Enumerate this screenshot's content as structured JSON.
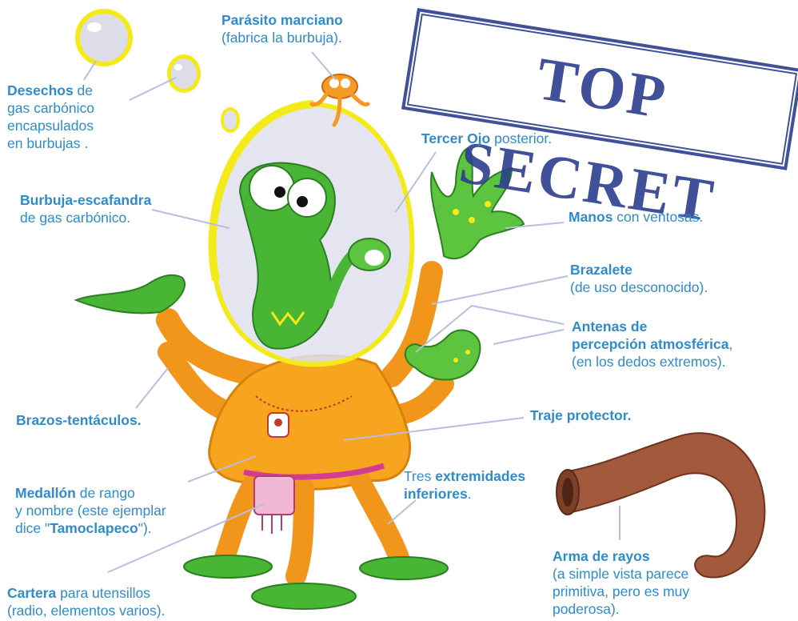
{
  "stamp": "TOP SECRET",
  "labels": {
    "parasito": {
      "bold": "Parásito marciano",
      "rest": "(fabrica la burbuja)."
    },
    "desechos": {
      "bold": "Desechos",
      "rest1": " de",
      "line2": "gas carbónico",
      "line3": "encapsulados",
      "line4": "en burbujas ."
    },
    "tercer_ojo": {
      "bold": "Tercer Ojo",
      "rest": " posterior."
    },
    "burbuja": {
      "bold": "Burbuja-escafandra",
      "rest": "de gas carbónico."
    },
    "manos": {
      "bold": "Manos",
      "rest": " con ventosas."
    },
    "brazalete": {
      "bold": "Brazalete",
      "rest": "(de uso desconocido)."
    },
    "antenas": {
      "bold1": "Antenas de",
      "bold2": "percepción atmosférica",
      "rest2": ",",
      "line3": "(en los dedos extremos)."
    },
    "brazos": {
      "bold": "Brazos-tentáculos."
    },
    "traje": {
      "bold": "Traje protector."
    },
    "extremidades": {
      "pre": "Tres ",
      "bold1": "extremidades",
      "bold2": "inferiores",
      "rest2": "."
    },
    "medallon": {
      "bold": "Medallón",
      "rest1": " de rango",
      "line2": "y nombre (este ejemplar",
      "line3_pre": "dice \"",
      "line3_bold": "Tamoclapeco",
      "line3_post": "\")."
    },
    "cartera": {
      "bold": "Cartera",
      "rest1": " para utensillos",
      "line2": "(radio, elementos varios)."
    },
    "arma": {
      "bold": "Arma de rayos",
      "line2": "(a simple vista parece",
      "line3": "primitiva, pero es muy",
      "line4": "poderosa)."
    }
  },
  "colors": {
    "label_text": "#2f8bc9",
    "stamp": "#2d3f8f",
    "alien_green": "#49b535",
    "suit_orange": "#f7a51f",
    "bubble": "#dfe1ee",
    "bubble_rim": "#f4ea1a",
    "weapon_brown": "#a35a3c",
    "belt_magenta": "#d43c93",
    "leader_line": "#b8bede"
  }
}
